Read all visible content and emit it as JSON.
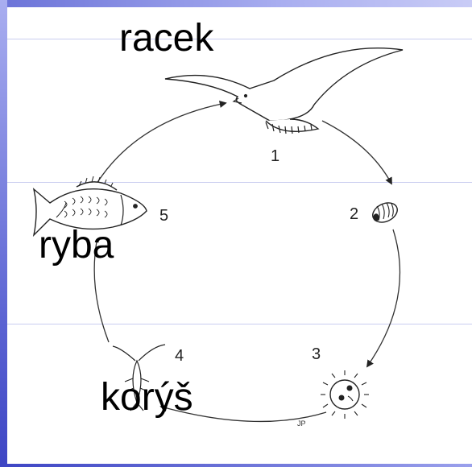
{
  "labels": {
    "gull": "racek",
    "fish": "ryba",
    "crustacean": "korýš"
  },
  "stages": [
    "1",
    "2",
    "3",
    "4",
    "5"
  ],
  "signature": "JP",
  "colors": {
    "frame_blue": "#5a62d2",
    "rule_line": "#c9cdf0",
    "ink": "#222222"
  }
}
